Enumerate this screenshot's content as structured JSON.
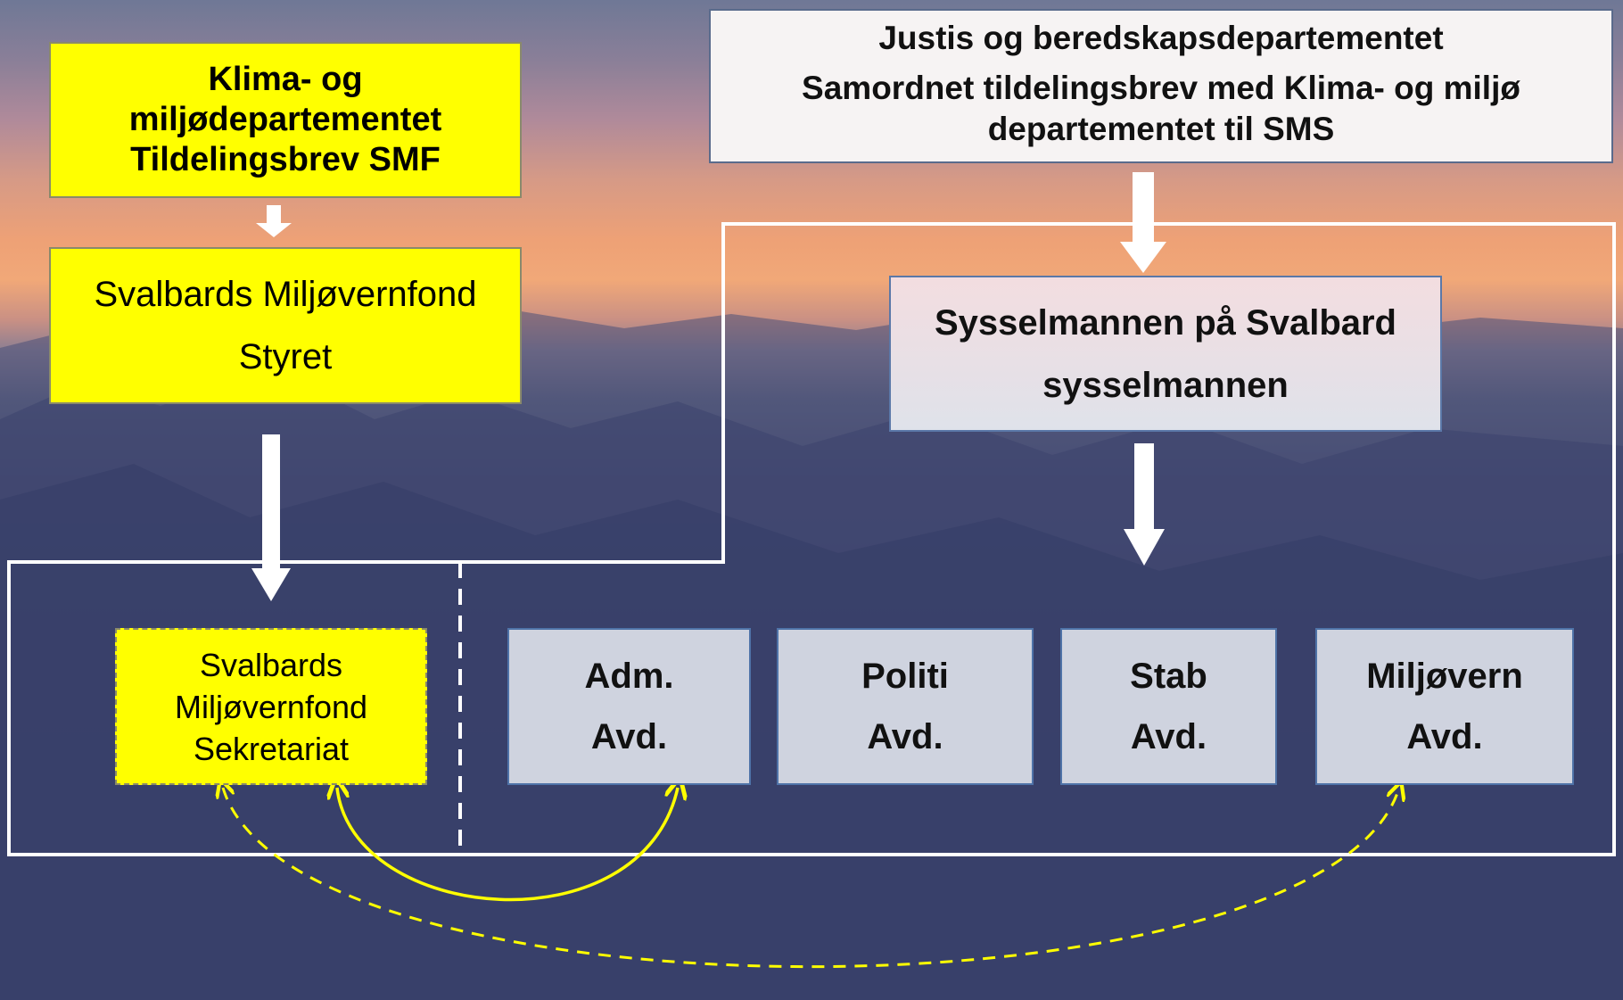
{
  "kld": {
    "line1": "Klima- og",
    "line2": "miljødepartementet",
    "line3": "Tildelingsbrev SMF"
  },
  "jd": {
    "title": "Justis og beredskapsdepartementet",
    "line2": "Samordnet tildelingsbrev med Klima- og miljø",
    "line3": "departementet til SMS"
  },
  "smf_board": {
    "line1": "Svalbards Miljøvernfond",
    "line2": "Styret"
  },
  "sysselmannen": {
    "line1": "Sysselmannen på Svalbard",
    "line2": "sysselmannen"
  },
  "secretariat": {
    "line1": "Svalbards",
    "line2": "Miljøvernfond",
    "line3": "Sekretariat"
  },
  "departments": [
    {
      "line1": "Adm.",
      "line2": "Avd."
    },
    {
      "line1": "Politi",
      "line2": "Avd."
    },
    {
      "line1": "Stab",
      "line2": "Avd."
    },
    {
      "line1": "Miljøvern",
      "line2": "Avd."
    }
  ],
  "colors": {
    "yellow": "#ffff00",
    "connector": "#ffff00",
    "outline": "#ffffff"
  }
}
